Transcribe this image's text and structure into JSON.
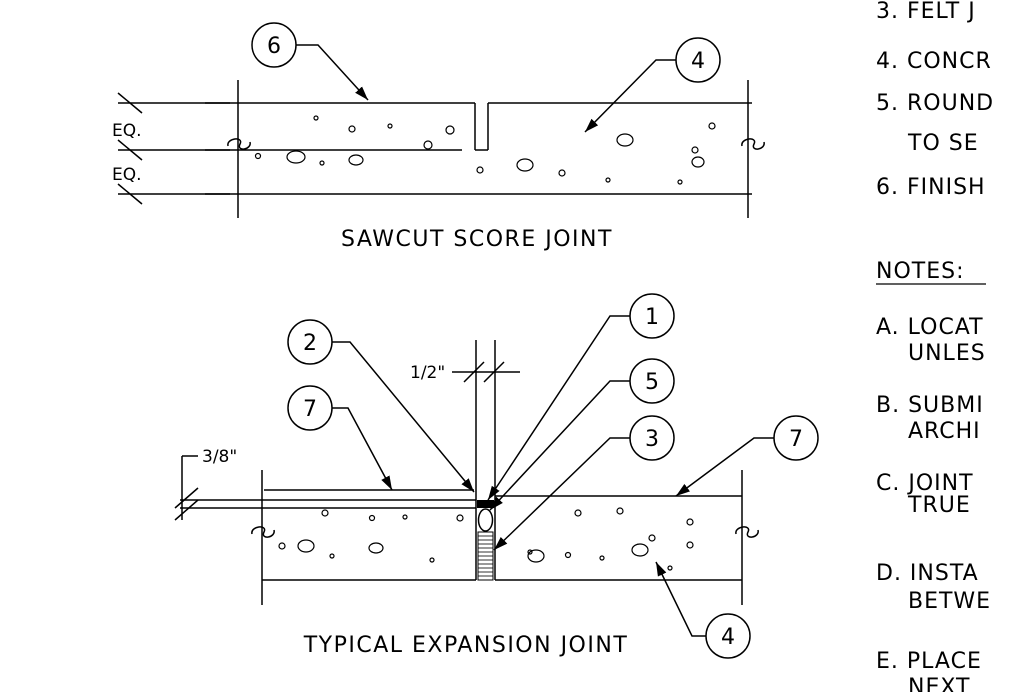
{
  "titles": {
    "sawcut": "SAWCUT SCORE JOINT",
    "expansion": "TYPICAL EXPANSION JOINT"
  },
  "dims": {
    "eq_top": "EQ.",
    "eq_bottom": "EQ.",
    "half_inch": "1/2\"",
    "three_eighths": "3/8\""
  },
  "callouts": {
    "sawcut_finish": "6",
    "sawcut_concrete": "4",
    "exp_1": "1",
    "exp_2": "2",
    "exp_5": "5",
    "exp_3": "3",
    "exp_7_left": "7",
    "exp_7_right": "7",
    "exp_4": "4"
  },
  "legend": [
    "3. FELT J",
    "4.  CONCR",
    "5.  ROUND",
    "TO  SE",
    "6.  FINISH"
  ],
  "notes": {
    "heading": "NOTES:",
    "items": [
      "A.  LOCAT",
      "UNLES",
      "B.  SUBMI",
      "ARCHI",
      "C.  JOINT",
      "TRUE",
      "D.  INSTA",
      "BETWE",
      "E.  PLACE",
      "NEXT"
    ]
  }
}
